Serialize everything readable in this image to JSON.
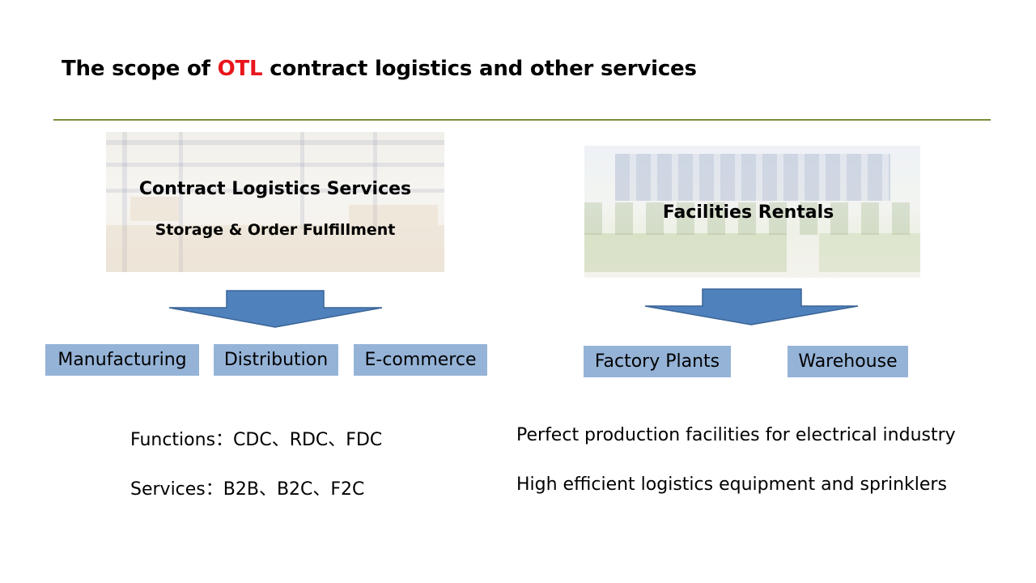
{
  "title": {
    "prefix": "The scope of ",
    "accent": "OTL",
    "suffix": " contract logistics and other services",
    "accent_color": "#e8161c"
  },
  "rule_color": "#7a8f3a",
  "left_panel": {
    "title": "Contract Logistics Services",
    "subtitle": "Storage & Order Fulfillment",
    "image": "warehouse-shelving-photo",
    "tags": [
      "Manufacturing",
      "Distribution",
      "E-commerce"
    ]
  },
  "right_panel": {
    "title": "Facilities Rentals",
    "image": "factory-building-photo",
    "tags": [
      "Factory Plants",
      "Warehouse"
    ]
  },
  "arrow_color": "#4f81bd",
  "tag_color": "#95b3d7",
  "bottom_left": {
    "functions": "Functions：CDC、RDC、FDC",
    "services": "Services：B2B、B2C、F2C"
  },
  "bottom_right": {
    "line1": "Perfect production facilities for electrical industry",
    "line2": "High efficient logistics equipment and sprinklers"
  }
}
